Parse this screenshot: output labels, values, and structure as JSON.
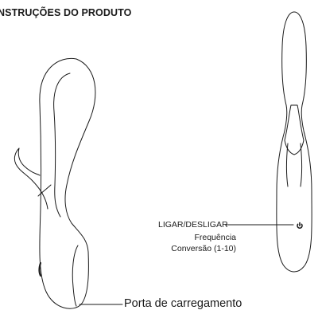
{
  "title": "NSTRUÇÕES DO PRODUTO",
  "labels": {
    "power": "LIGAR/DESLIGAR",
    "frequency": "Frequência",
    "conversion": "Conversão (1-10)",
    "charging_port": "Porta de carregamento"
  },
  "icons": {
    "power_button": "power-icon"
  },
  "colors": {
    "outline": "#1a1a1a",
    "background": "#ffffff"
  }
}
